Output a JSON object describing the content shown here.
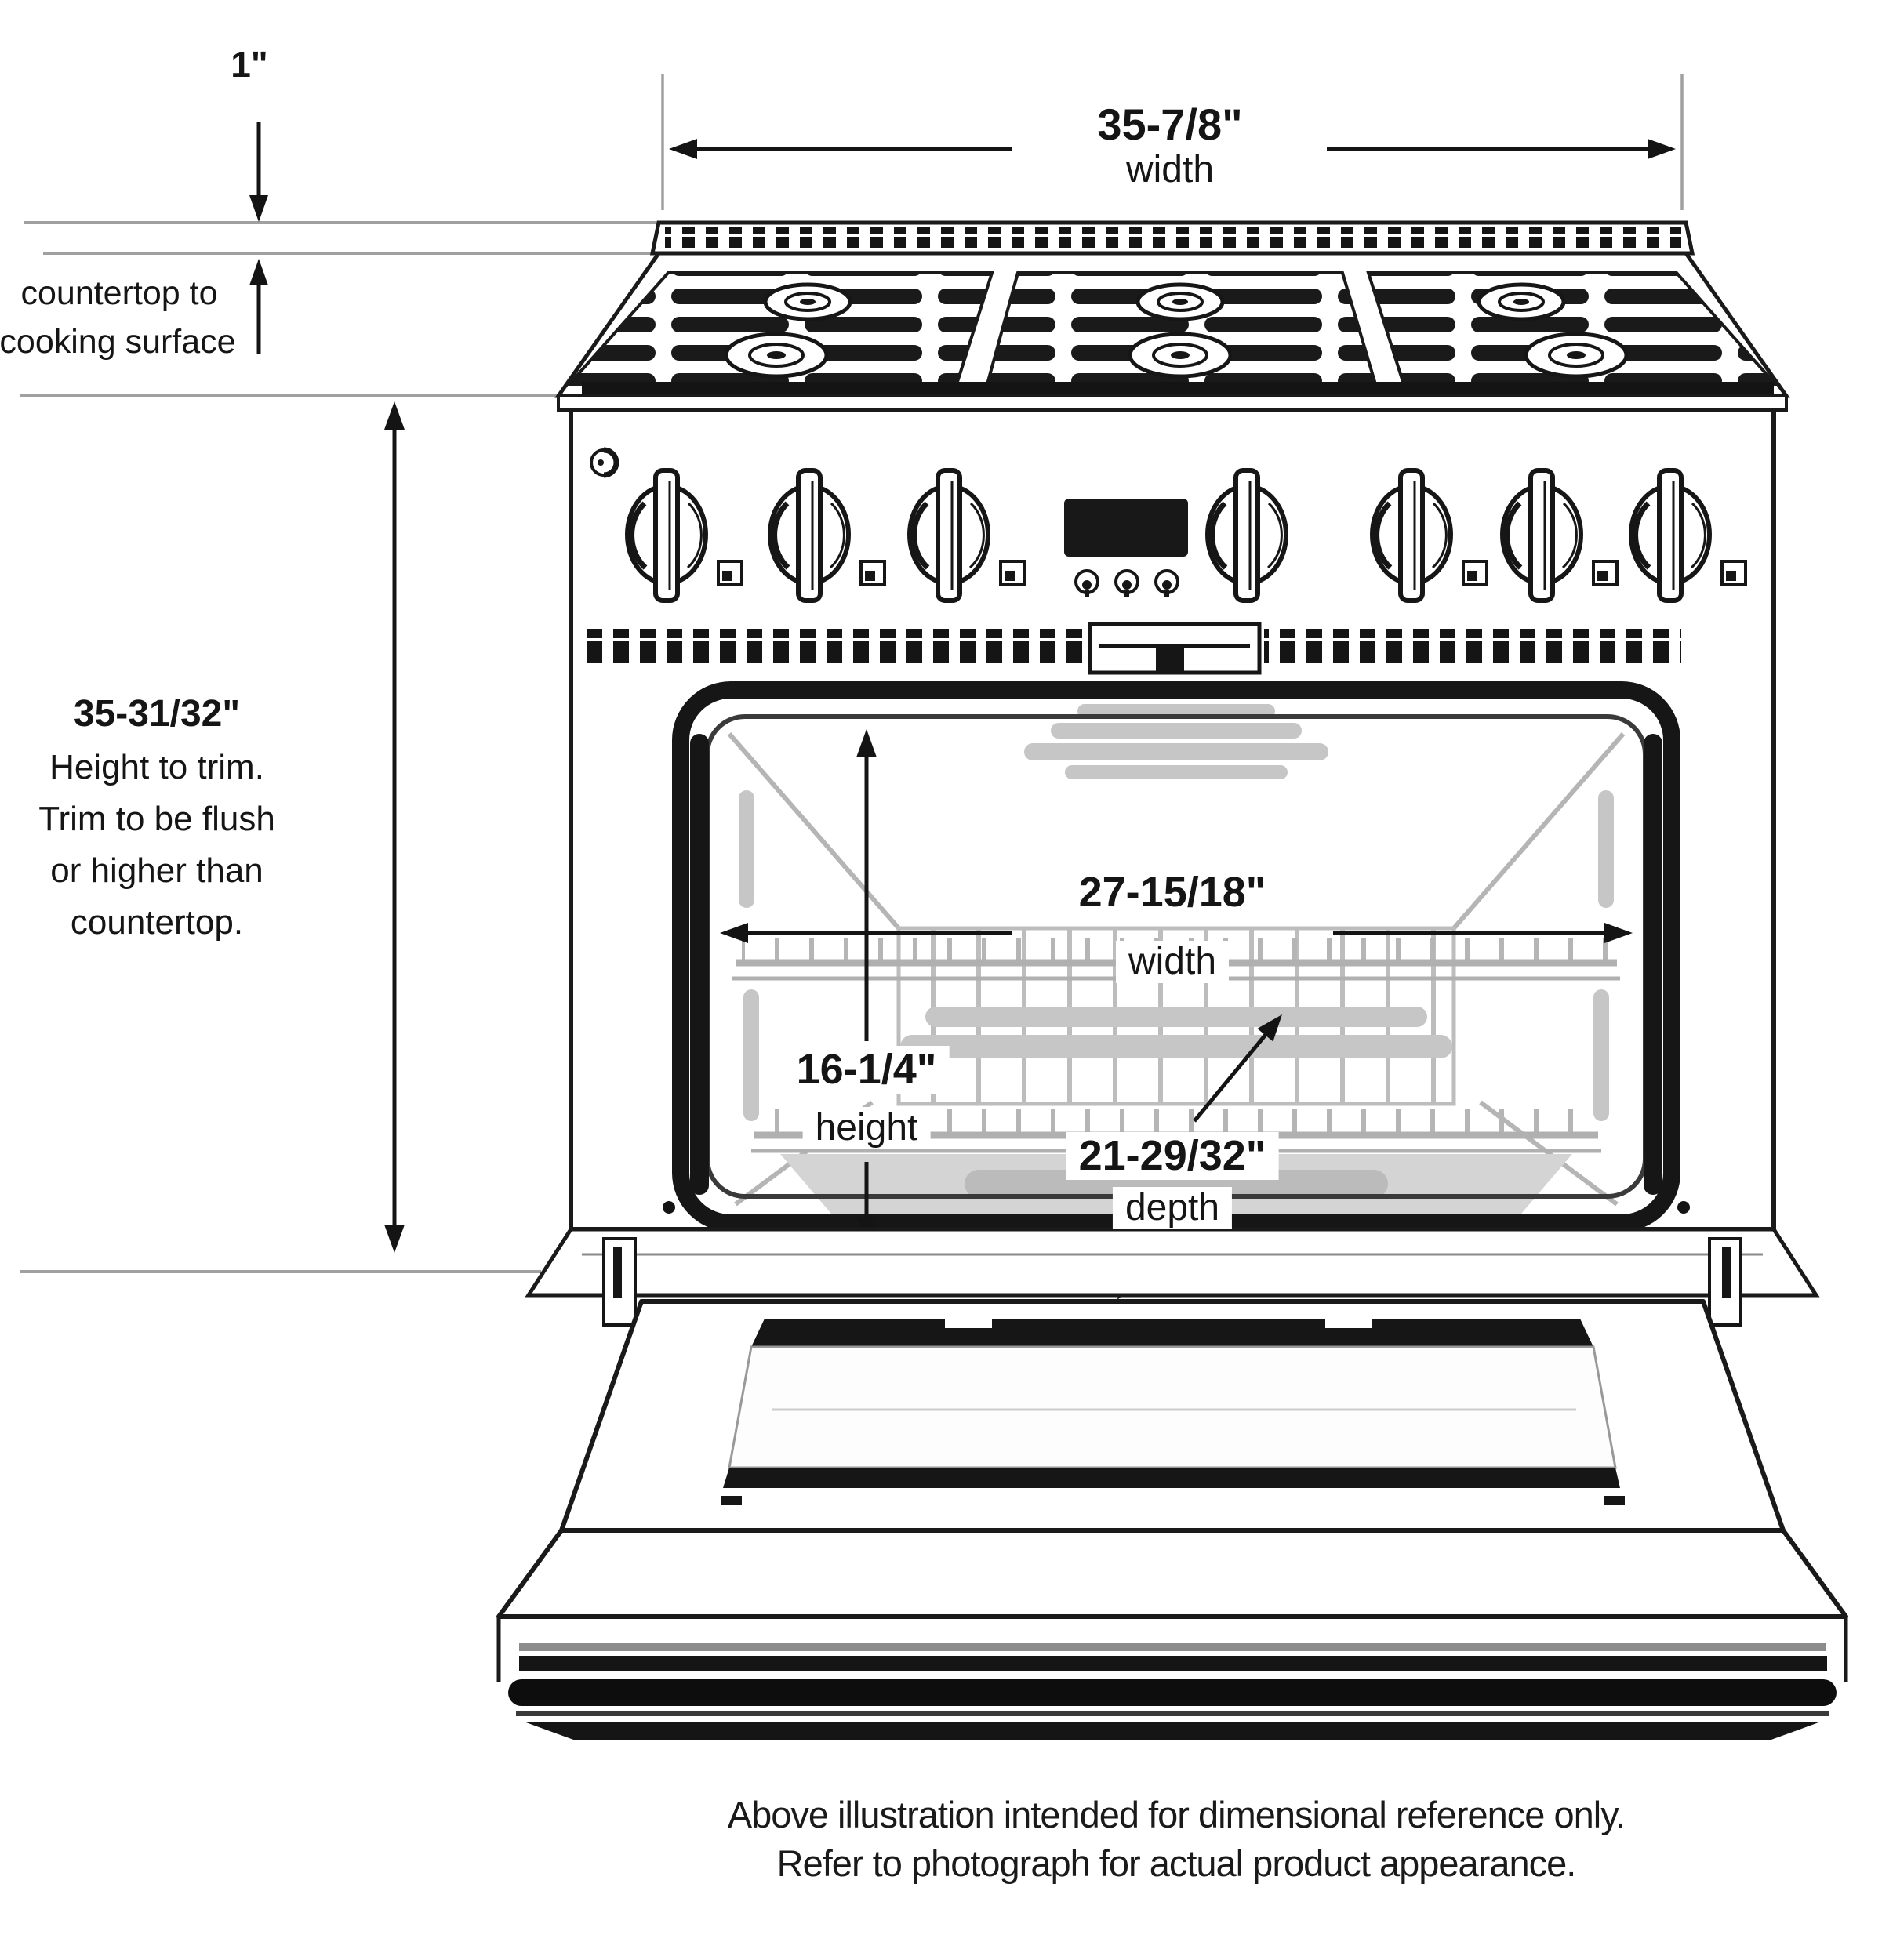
{
  "annotations": {
    "top_gap": {
      "value": "1\""
    },
    "countertop_note": {
      "line1": "countertop to",
      "line2": "cooking surface"
    },
    "overall_width": {
      "value": "35-7/8\"",
      "label": "width"
    },
    "height_to_trim": {
      "value": "35-31/32\"",
      "line1": "Height to trim.",
      "line2": "Trim to be flush",
      "line3": "or higher than",
      "line4": "countertop."
    },
    "interior_width": {
      "value": "27-15/18\"",
      "label": "width"
    },
    "interior_height": {
      "value": "16-1/4\"",
      "label": "height"
    },
    "interior_depth": {
      "value": "21-29/32\"",
      "label": "depth"
    }
  },
  "caption": {
    "line1": "Above illustration intended for dimensional reference only.",
    "line2": "Refer to photograph for actual product appearance."
  },
  "figure": {
    "description": "Front-view technical line drawing of a gas range: six-burner cooktop, seven control knobs with center display, vent strip, open oven door showing interior racks, and dimension arrows.",
    "colors": {
      "line": "#1a1a1a",
      "annotation_gray": "#a0a0a0",
      "interior_art_gray": "#c2c2c2",
      "background": "#ffffff"
    }
  }
}
